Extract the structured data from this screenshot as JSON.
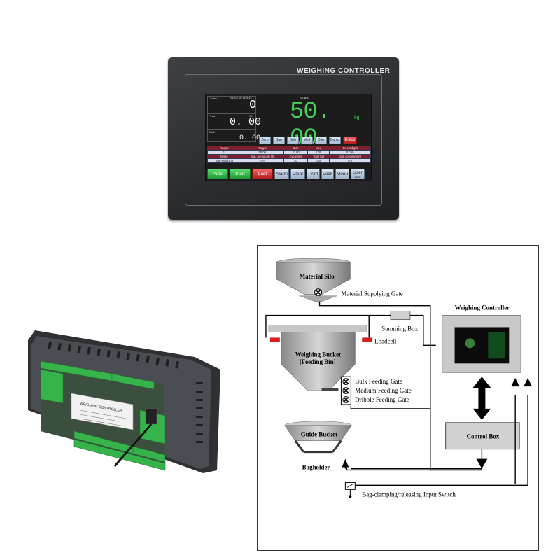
{
  "controller": {
    "brand": "WEIGHING CONTROLLER",
    "screen": {
      "header_left": "Cycles:",
      "datetime": "2010-07-26  13:35:16",
      "stab": "STAB",
      "cycles_value": "0",
      "final_label": "Final:",
      "ok": "OK",
      "final_value": "0. 00",
      "total_label": "Total:",
      "total_value": "0. 00",
      "weight": "50. 00",
      "unit": "kg",
      "function_buttons": [
        "Zero",
        "Bag",
        "Bulk",
        "Med",
        "Drip",
        "Dump",
        "E-stop"
      ],
      "table": {
        "row1_headers": [
          "Recipe",
          "Target",
          "Bulk",
          "Med",
          "Free Infight"
        ],
        "row1_values": [
          "01",
          "50.00",
          "10.00",
          "1.00",
          "0.050"
        ],
        "row2_headers": [
          "Mode",
          "Mat. Au-supply Dl",
          "Cycle Set",
          "Total Set",
          "cpm (cycles/min)"
        ],
        "row2_values": [
          "Bag-weighing",
          "OFF",
          "20",
          "0.00",
          "0.0"
        ]
      },
      "bottom_buttons": [
        "Auto",
        "Start",
        "Last",
        "Alarm",
        "Clear",
        "Print",
        "Lock",
        "Menu",
        "User"
      ],
      "user_sub": "Admin"
    }
  },
  "rear_panel": {
    "label_text": "WEIGHING CONTROLLER"
  },
  "diagram": {
    "material_silo": "Material Silo",
    "material_supplying_gate": "Material Supplying Gate",
    "summing_box": "Summing Box",
    "weighing_controller": "Weighing Controller",
    "loadcell": "Loadcell",
    "weighing_bucket_line1": "Weighing Bucket",
    "weighing_bucket_line2": "[Feeding Bin]",
    "bulk_feeding_gate": "Bulk Feeding Gate",
    "medium_feeding_gate": "Medium Feeding Gate",
    "dribble_feeding_gate": "Dribble Feeding Gate",
    "control_box": "Control Box",
    "guide_bucket": "Guide Bucket",
    "bagholder": "Bagholder",
    "input_switch": "Bag-clamping/releasing Input Switch"
  }
}
